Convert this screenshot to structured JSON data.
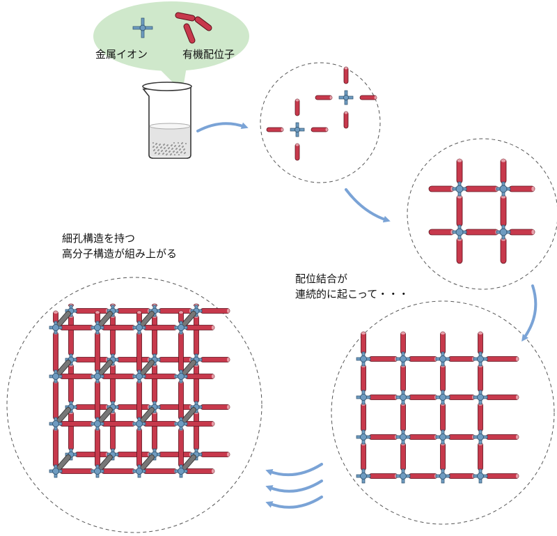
{
  "colors": {
    "node_fill": "#6e9bc0",
    "node_stroke": "#2c4e6a",
    "linker_fill": "#c7394c",
    "linker_stroke": "#5c111c",
    "linker_cap": "#e7a0aa",
    "rear_linker": "#777777",
    "bubble": "#cfe8cb",
    "arrow": "#7aa3d6",
    "circle_stroke": "#555555"
  },
  "icons": {
    "metal_ion": "cross-node-icon",
    "organic_ligand": "rod-linker-icon",
    "beaker": "beaker-icon",
    "arrow": "curved-arrow-icon"
  },
  "labels": {
    "metal_ion": "金属イオン",
    "organic_ligand": "有機配位子",
    "coordination_line1": "配位結合が",
    "coordination_line2": "連続的に起こって・・・",
    "porous_line1": "細孔構造を持つ",
    "porous_line2": "高分子構造が組み上がる"
  }
}
